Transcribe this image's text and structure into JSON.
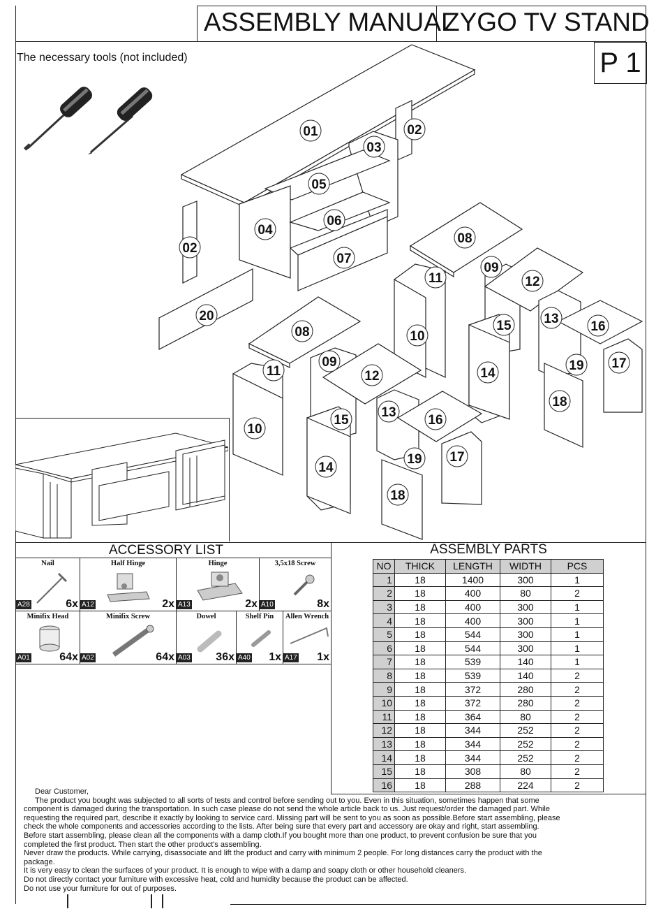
{
  "header": {
    "title": "ASSEMBLY MANUAL",
    "product": "ZYGO TV STAND",
    "page": "P 1"
  },
  "tools": {
    "label": "The necessary tools (not included)",
    "items": [
      "flathead-screwdriver",
      "phillips-screwdriver"
    ]
  },
  "diagram": {
    "part_labels": [
      "01",
      "02",
      "03",
      "04",
      "05",
      "06",
      "07",
      "02",
      "20",
      "08",
      "09",
      "10",
      "11",
      "12",
      "13",
      "14",
      "15",
      "16",
      "17",
      "18",
      "19",
      "08",
      "09",
      "10",
      "11",
      "12",
      "13",
      "14",
      "15",
      "16",
      "17",
      "18",
      "19"
    ]
  },
  "accessory_list": {
    "title": "ACCESSORY LIST",
    "items": [
      {
        "name": "Nail",
        "code": "A28",
        "qty": "6x",
        "icon": "nail-icon"
      },
      {
        "name": "Half Hinge",
        "code": "A12",
        "qty": "2x",
        "icon": "half-hinge-icon"
      },
      {
        "name": "Hinge",
        "code": "A13",
        "qty": "2x",
        "icon": "hinge-icon"
      },
      {
        "name": "3,5x18 Screw",
        "code": "A10",
        "qty": "8x",
        "icon": "screw-icon"
      },
      {
        "name": "Minifix Head",
        "code": "A01",
        "qty": "64x",
        "icon": "minifix-head-icon"
      },
      {
        "name": "Minifix Screw",
        "code": "A02",
        "qty": "64x",
        "icon": "minifix-screw-icon"
      },
      {
        "name": "Dowel",
        "code": "A03",
        "qty": "36x",
        "icon": "dowel-icon"
      },
      {
        "name": "Shelf Pin",
        "code": "A40",
        "qty": "1x",
        "icon": "shelf-pin-icon"
      },
      {
        "name": "Allen Wrench",
        "code": "A17",
        "qty": "1x",
        "icon": "allen-wrench-icon"
      }
    ]
  },
  "assembly_parts": {
    "title": "ASSEMBLY PARTS",
    "columns": [
      "NO",
      "THICK",
      "LENGTH",
      "WIDTH",
      "PCS"
    ],
    "rows": [
      [
        "1",
        "18",
        "1400",
        "300",
        "1"
      ],
      [
        "2",
        "18",
        "400",
        "80",
        "2"
      ],
      [
        "3",
        "18",
        "400",
        "300",
        "1"
      ],
      [
        "4",
        "18",
        "400",
        "300",
        "1"
      ],
      [
        "5",
        "18",
        "544",
        "300",
        "1"
      ],
      [
        "6",
        "18",
        "544",
        "300",
        "1"
      ],
      [
        "7",
        "18",
        "539",
        "140",
        "1"
      ],
      [
        "8",
        "18",
        "539",
        "140",
        "2"
      ],
      [
        "9",
        "18",
        "372",
        "280",
        "2"
      ],
      [
        "10",
        "18",
        "372",
        "280",
        "2"
      ],
      [
        "11",
        "18",
        "364",
        "80",
        "2"
      ],
      [
        "12",
        "18",
        "344",
        "252",
        "2"
      ],
      [
        "13",
        "18",
        "344",
        "252",
        "2"
      ],
      [
        "14",
        "18",
        "344",
        "252",
        "2"
      ],
      [
        "15",
        "18",
        "308",
        "80",
        "2"
      ],
      [
        "16",
        "18",
        "288",
        "224",
        "2"
      ]
    ]
  },
  "notice": {
    "greeting": "Dear Customer,",
    "lines": [
      "The product you bought was subjected to all sorts of tests and control before sending out to you. Even in this situation, sometimes happen that some component is damaged during the transportation. In such case please do not send the whole article back to us. Just request/order the damaged part. While requesting the required part, describe it exactly by looking to service card. Missing part will be sent to you as soon as possible.Before start assembling, please check the whole components and accessories according to the lists. After being sure that every part and accessory are okay and right, start assembling. Before start assembling, please clean all the components with a damp cloth.If you bought more than one product, to prevent confusion be sure that you completed the first product. Then start the other product's assembling.",
      "Never draw the products. While carrying, disassociate and lift the product and carry with minimum 2 people. For long distances carry the product with the package.",
      "It is very easy to clean the surfaces of your product. It is enough to wipe with a damp and soapy cloth or other household cleaners.",
      "Do not directly contact your furniture with excessive heat, cold and humidity because the product can be affected.",
      "Do not use your furniture for out of purposes."
    ]
  }
}
